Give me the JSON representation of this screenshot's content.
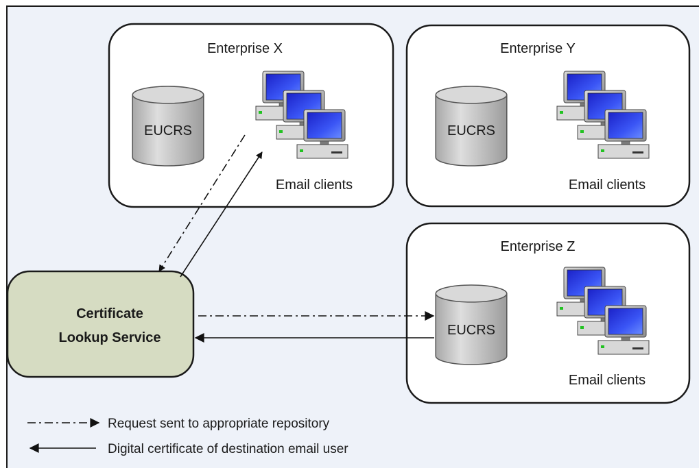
{
  "enterprises": {
    "x": {
      "title": "Enterprise X",
      "repository": "EUCRS",
      "clients_label": "Email clients"
    },
    "y": {
      "title": "Enterprise Y",
      "repository": "EUCRS",
      "clients_label": "Email clients"
    },
    "z": {
      "title": "Enterprise Z",
      "repository": "EUCRS",
      "clients_label": "Email clients"
    }
  },
  "service": {
    "line1": "Certificate",
    "line2": "Lookup Service"
  },
  "legend": {
    "request": "Request sent to appropriate repository",
    "certificate": "Digital certificate of destination email user"
  },
  "colors": {
    "background": "#eef2f9",
    "enterprise_fill": "#ffffff",
    "service_fill": "#d6dcc2",
    "cylinder": "#c9c9c9",
    "screen": "#2e3ff0",
    "monitor_frame": "#a9a9a9",
    "led": "#22c222"
  },
  "icons": [
    "database-cylinder-icon",
    "computer-workstation-icon"
  ]
}
